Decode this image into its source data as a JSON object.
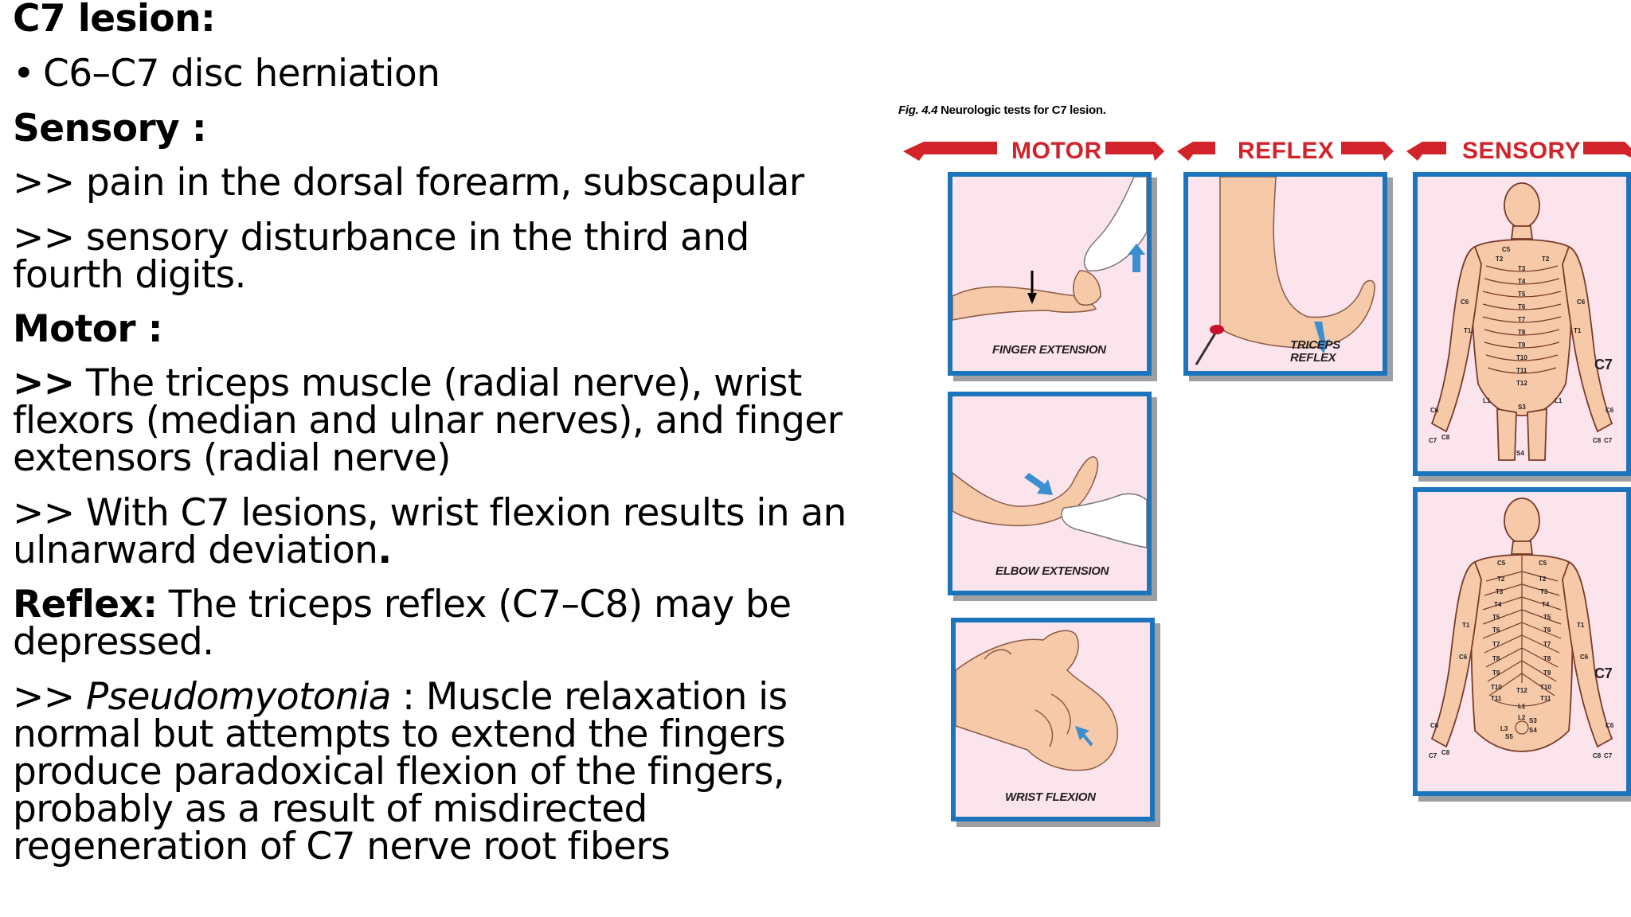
{
  "text": {
    "title": "C7 lesion:",
    "bullet_symbol": "•",
    "bullet": "C6–C7 disc herniation",
    "sensory_heading": "Sensory :",
    "sensory_1": ">> pain in the dorsal forearm, subscapular",
    "sensory_2a": ">> sensory disturbance in the third and",
    "sensory_2b": "fourth digits.",
    "motor_heading": "Motor :",
    "motor_1_marker": ">>",
    "motor_1a": " The triceps muscle (radial nerve), wrist",
    "motor_1b": "flexors (median  and ulnar nerves), and finger",
    "motor_1c": "extensors  (radial  nerve)",
    "motor_2a": ">> With C7 lesions,  wrist flexion results in an",
    "motor_2b_text": "ulnarward deviation",
    "motor_2b_period": ".",
    "reflex_label": "Reflex:",
    "reflex_a": "  The triceps reflex (C7–C8) may be",
    "reflex_b": "depressed.",
    "pseudo_marker": ">> ",
    "pseudo_term": "Pseudomyotonia",
    "pseudo_a": " : Muscle relaxation is",
    "pseudo_b": "normal but attempts to extend the fingers",
    "pseudo_c": "produce paradoxical flexion of the fingers,",
    "pseudo_d": "probably as a result of misdirected",
    "pseudo_e": "regeneration of C7 nerve root fibers"
  },
  "figure": {
    "caption_num": "Fig. 4.4",
    "caption_text": " Neurologic tests for C7 lesion.",
    "banners": {
      "motor": "MOTOR",
      "reflex": "REFLEX",
      "sensory": "SENSORY"
    },
    "panels": {
      "finger_extension": "FINGER EXTENSION",
      "elbow_extension": "ELBOW EXTENSION",
      "wrist_flexion": "WRIST FLEXION",
      "triceps_reflex_1": "TRICEPS",
      "triceps_reflex_2": "REFLEX"
    },
    "dermatome_labels": {
      "c7": "C7",
      "front": [
        "C5",
        "T2",
        "T3",
        "T4",
        "T5",
        "T6",
        "T7",
        "T8",
        "T9",
        "T10",
        "T11",
        "T12",
        "C6",
        "T1",
        "L1",
        "S3",
        "C8",
        "S4",
        "C7"
      ],
      "back": [
        "C5",
        "T2",
        "T3",
        "T4",
        "T5",
        "T6",
        "T7",
        "T8",
        "T9",
        "T10",
        "T11",
        "T12",
        "L1",
        "L2",
        "L3",
        "S3",
        "S4",
        "S5",
        "C6",
        "C8",
        "C7",
        "T1"
      ]
    },
    "colors": {
      "banner_red": "#d2232a",
      "panel_border": "#1c75bc",
      "panel_fill": "#fbe4ec",
      "skin": "#f6c9a9",
      "arrow_blue": "#3b8fd1"
    }
  }
}
